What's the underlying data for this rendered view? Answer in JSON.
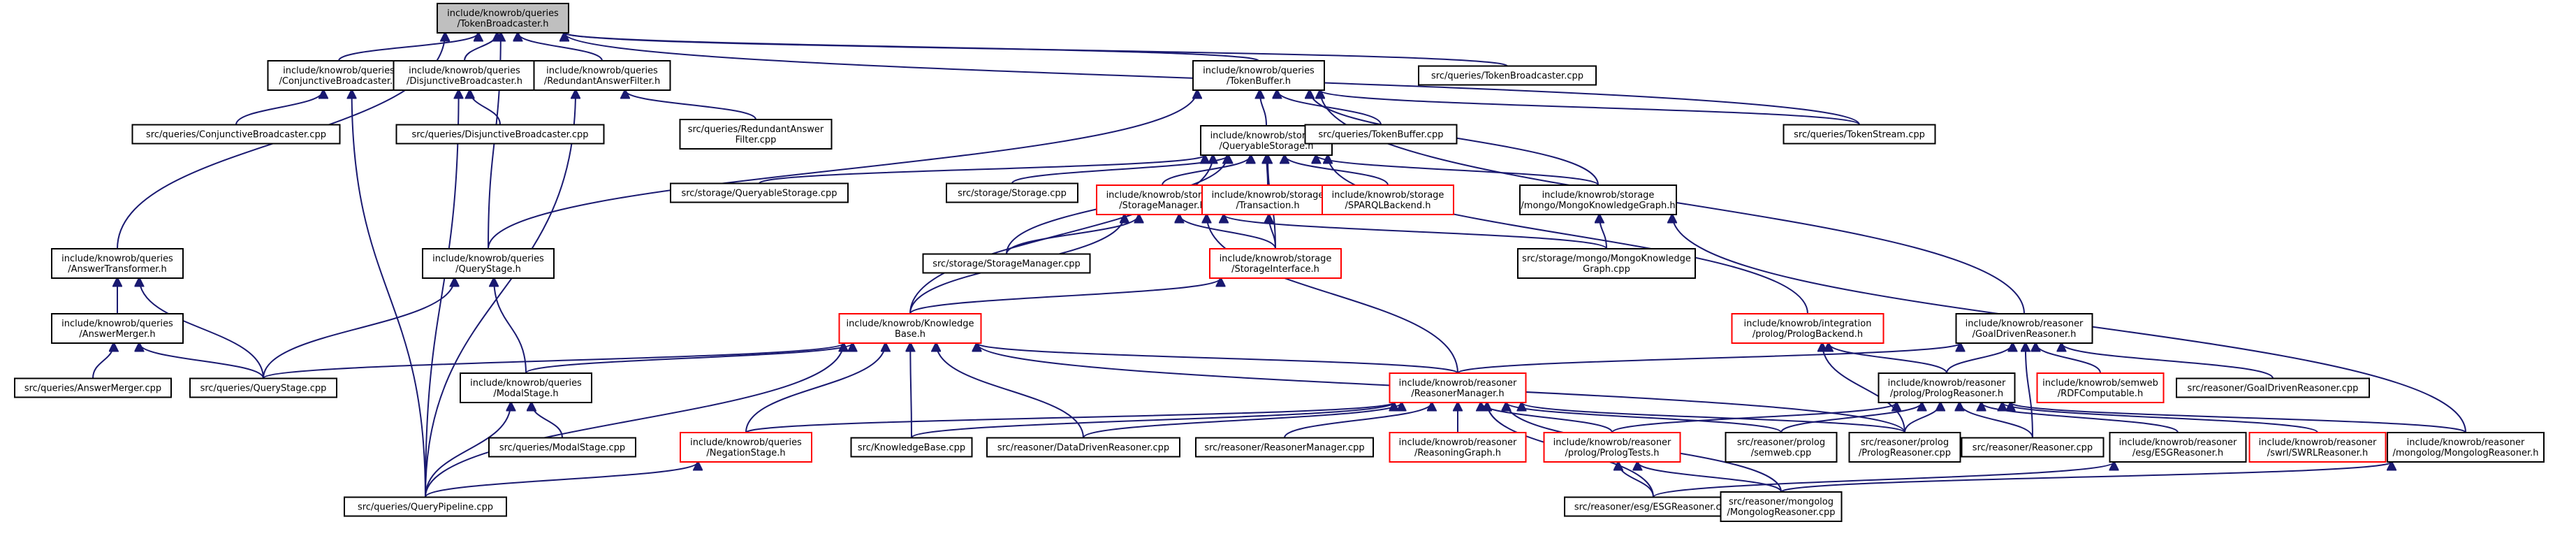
{
  "colors": {
    "edge": "#191970",
    "box_black": "#000000",
    "box_red": "#ff0000",
    "text": "#000000",
    "root_fill": "#bfbfbf",
    "fill": "#ffffff"
  },
  "nodes": [
    {
      "id": "tb",
      "lines": [
        "include/knowrob/queries",
        "/TokenBroadcaster.h"
      ],
      "border": "black",
      "root": true
    },
    {
      "id": "cb",
      "lines": [
        "include/knowrob/queries",
        "/ConjunctiveBroadcaster.h"
      ],
      "border": "black"
    },
    {
      "id": "db",
      "lines": [
        "include/knowrob/queries",
        "/DisjunctiveBroadcaster.h"
      ],
      "border": "black"
    },
    {
      "id": "raf",
      "lines": [
        "include/knowrob/queries",
        "/RedundantAnswerFilter.h"
      ],
      "border": "black"
    },
    {
      "id": "tbuf",
      "lines": [
        "include/knowrob/queries",
        "/TokenBuffer.h"
      ],
      "border": "black"
    },
    {
      "id": "tbcpp",
      "lines": [
        "src/queries/TokenBroadcaster.cpp"
      ],
      "border": "black"
    },
    {
      "id": "cbcpp",
      "lines": [
        "src/queries/ConjunctiveBroadcaster.cpp"
      ],
      "border": "black"
    },
    {
      "id": "dbcpp",
      "lines": [
        "src/queries/DisjunctiveBroadcaster.cpp"
      ],
      "border": "black"
    },
    {
      "id": "rafcpp",
      "lines": [
        "src/queries/RedundantAnswer",
        "Filter.cpp"
      ],
      "border": "black"
    },
    {
      "id": "qs",
      "lines": [
        "include/knowrob/storage",
        "/QueryableStorage.h"
      ],
      "border": "black"
    },
    {
      "id": "tbufcpp",
      "lines": [
        "src/queries/TokenBuffer.cpp"
      ],
      "border": "black"
    },
    {
      "id": "tscpp",
      "lines": [
        "src/queries/TokenStream.cpp"
      ],
      "border": "black"
    },
    {
      "id": "qscpp",
      "lines": [
        "src/storage/QueryableStorage.cpp"
      ],
      "border": "black"
    },
    {
      "id": "stcpp",
      "lines": [
        "src/storage/Storage.cpp"
      ],
      "border": "black"
    },
    {
      "id": "sm",
      "lines": [
        "include/knowrob/storage",
        "/StorageManager.h"
      ],
      "border": "red"
    },
    {
      "id": "tr",
      "lines": [
        "include/knowrob/storage",
        "/Transaction.h"
      ],
      "border": "red"
    },
    {
      "id": "sparql",
      "lines": [
        "include/knowrob/storage",
        "/SPARQLBackend.h"
      ],
      "border": "red"
    },
    {
      "id": "mkg",
      "lines": [
        "include/knowrob/storage",
        "/mongo/MongoKnowledgeGraph.h"
      ],
      "border": "black"
    },
    {
      "id": "at",
      "lines": [
        "include/knowrob/queries",
        "/AnswerTransformer.h"
      ],
      "border": "black"
    },
    {
      "id": "qst",
      "lines": [
        "include/knowrob/queries",
        "/QueryStage.h"
      ],
      "border": "black"
    },
    {
      "id": "smcpp",
      "lines": [
        "src/storage/StorageManager.cpp"
      ],
      "border": "black"
    },
    {
      "id": "si",
      "lines": [
        "include/knowrob/storage",
        "/StorageInterface.h"
      ],
      "border": "red"
    },
    {
      "id": "mkgcpp",
      "lines": [
        "src/storage/mongo/MongoKnowledge",
        "Graph.cpp"
      ],
      "border": "black"
    },
    {
      "id": "am",
      "lines": [
        "include/knowrob/queries",
        "/AnswerMerger.h"
      ],
      "border": "black"
    },
    {
      "id": "kb",
      "lines": [
        "include/knowrob/Knowledge",
        "Base.h"
      ],
      "border": "red"
    },
    {
      "id": "ppb",
      "lines": [
        "include/knowrob/integration",
        "/prolog/PrologBackend.h"
      ],
      "border": "red"
    },
    {
      "id": "gdr",
      "lines": [
        "include/knowrob/reasoner",
        "/GoalDrivenReasoner.h"
      ],
      "border": "black"
    },
    {
      "id": "amcpp",
      "lines": [
        "src/queries/AnswerMerger.cpp"
      ],
      "border": "black"
    },
    {
      "id": "qstcpp",
      "lines": [
        "src/queries/QueryStage.cpp"
      ],
      "border": "black"
    },
    {
      "id": "ms",
      "lines": [
        "include/knowrob/queries",
        "/ModalStage.h"
      ],
      "border": "black"
    },
    {
      "id": "rm",
      "lines": [
        "include/knowrob/reasoner",
        "/ReasonerManager.h"
      ],
      "border": "red"
    },
    {
      "id": "ppr",
      "lines": [
        "include/knowrob/reasoner",
        "/prolog/PrologReasoner.h"
      ],
      "border": "black"
    },
    {
      "id": "rdf",
      "lines": [
        "include/knowrob/semweb",
        "/RDFComputable.h"
      ],
      "border": "red"
    },
    {
      "id": "gdrcpp",
      "lines": [
        "src/reasoner/GoalDrivenReasoner.cpp"
      ],
      "border": "black"
    },
    {
      "id": "mscpp",
      "lines": [
        "src/queries/ModalStage.cpp"
      ],
      "border": "black"
    },
    {
      "id": "ns",
      "lines": [
        "include/knowrob/queries",
        "/NegationStage.h"
      ],
      "border": "red"
    },
    {
      "id": "kbcpp",
      "lines": [
        "src/KnowledgeBase.cpp"
      ],
      "border": "black"
    },
    {
      "id": "ddrcpp",
      "lines": [
        "src/reasoner/DataDrivenReasoner.cpp"
      ],
      "border": "black"
    },
    {
      "id": "rmcpp",
      "lines": [
        "src/reasoner/ReasonerManager.cpp"
      ],
      "border": "black"
    },
    {
      "id": "rg",
      "lines": [
        "include/knowrob/reasoner",
        "/ReasoningGraph.h"
      ],
      "border": "red"
    },
    {
      "id": "ppt",
      "lines": [
        "include/knowrob/reasoner",
        "/prolog/PrologTests.h"
      ],
      "border": "red"
    },
    {
      "id": "swcpp",
      "lines": [
        "src/reasoner/prolog",
        "/semweb.cpp"
      ],
      "border": "black"
    },
    {
      "id": "pprcpp",
      "lines": [
        "src/reasoner/prolog",
        "/PrologReasoner.cpp"
      ],
      "border": "black"
    },
    {
      "id": "rcpp",
      "lines": [
        "src/reasoner/Reasoner.cpp"
      ],
      "border": "black"
    },
    {
      "id": "esg",
      "lines": [
        "include/knowrob/reasoner",
        "/esg/ESGReasoner.h"
      ],
      "border": "black"
    },
    {
      "id": "swrl",
      "lines": [
        "include/knowrob/reasoner",
        "/swrl/SWRLReasoner.h"
      ],
      "border": "red"
    },
    {
      "id": "mongolog",
      "lines": [
        "include/knowrob/reasoner",
        "/mongolog/MongologReasoner.h"
      ],
      "border": "black"
    },
    {
      "id": "qpcpp",
      "lines": [
        "src/queries/QueryPipeline.cpp"
      ],
      "border": "black"
    },
    {
      "id": "esgcpp",
      "lines": [
        "src/reasoner/esg/ESGReasoner.cpp"
      ],
      "border": "black"
    },
    {
      "id": "mongologcpp",
      "lines": [
        "src/reasoner/mongolog",
        "/MongologReasoner.cpp"
      ],
      "border": "black"
    }
  ],
  "edges": [
    [
      "cb",
      "tb"
    ],
    [
      "db",
      "tb"
    ],
    [
      "raf",
      "tb"
    ],
    [
      "tbuf",
      "tb"
    ],
    [
      "tbcpp",
      "tb"
    ],
    [
      "at",
      "tb"
    ],
    [
      "qst",
      "tb"
    ],
    [
      "tscpp",
      "tb"
    ],
    [
      "cbcpp",
      "cb"
    ],
    [
      "qpcpp",
      "cb"
    ],
    [
      "dbcpp",
      "db"
    ],
    [
      "qpcpp",
      "db"
    ],
    [
      "rafcpp",
      "raf"
    ],
    [
      "qpcpp",
      "raf"
    ],
    [
      "qs",
      "tbuf"
    ],
    [
      "tbufcpp",
      "tbuf"
    ],
    [
      "tscpp",
      "tbuf"
    ],
    [
      "mkg",
      "tbuf"
    ],
    [
      "gdr",
      "tbuf"
    ],
    [
      "qst",
      "tbuf"
    ],
    [
      "qscpp",
      "qs"
    ],
    [
      "stcpp",
      "qs"
    ],
    [
      "sm",
      "qs"
    ],
    [
      "tr",
      "qs"
    ],
    [
      "sparql",
      "qs"
    ],
    [
      "mkg",
      "qs"
    ],
    [
      "smcpp",
      "qs"
    ],
    [
      "si",
      "qs"
    ],
    [
      "kb",
      "qs"
    ],
    [
      "ppb",
      "qs"
    ],
    [
      "smcpp",
      "sm"
    ],
    [
      "si",
      "sm"
    ],
    [
      "kb",
      "sm"
    ],
    [
      "rm",
      "sm"
    ],
    [
      "mkgcpp",
      "sm"
    ],
    [
      "si",
      "tr"
    ],
    [
      "mkgcpp",
      "mkg"
    ],
    [
      "mongolog",
      "mkg"
    ],
    [
      "kb",
      "si"
    ],
    [
      "am",
      "at"
    ],
    [
      "qstcpp",
      "at"
    ],
    [
      "qstcpp",
      "qst"
    ],
    [
      "ms",
      "qst"
    ],
    [
      "amcpp",
      "am"
    ],
    [
      "qstcpp",
      "am"
    ],
    [
      "qstcpp",
      "kb"
    ],
    [
      "ms",
      "kb"
    ],
    [
      "ns",
      "kb"
    ],
    [
      "kbcpp",
      "kb"
    ],
    [
      "ddrcpp",
      "kb"
    ],
    [
      "rm",
      "kb"
    ],
    [
      "qpcpp",
      "kb"
    ],
    [
      "pprcpp",
      "kb"
    ],
    [
      "mscpp",
      "ms"
    ],
    [
      "qpcpp",
      "ms"
    ],
    [
      "ns",
      "rm"
    ],
    [
      "kbcpp",
      "rm"
    ],
    [
      "ddrcpp",
      "rm"
    ],
    [
      "rmcpp",
      "rm"
    ],
    [
      "rg",
      "rm"
    ],
    [
      "ppt",
      "rm"
    ],
    [
      "swcpp",
      "rm"
    ],
    [
      "pprcpp",
      "rm"
    ],
    [
      "esgcpp",
      "rm"
    ],
    [
      "mongologcpp",
      "rm"
    ],
    [
      "qpcpp",
      "ns"
    ],
    [
      "ppr",
      "ppb"
    ],
    [
      "pprcpp",
      "ppb"
    ],
    [
      "rm",
      "gdr"
    ],
    [
      "ppr",
      "gdr"
    ],
    [
      "rdf",
      "gdr"
    ],
    [
      "gdrcpp",
      "gdr"
    ],
    [
      "rcpp",
      "gdr"
    ],
    [
      "ppt",
      "ppr"
    ],
    [
      "swcpp",
      "ppr"
    ],
    [
      "pprcpp",
      "ppr"
    ],
    [
      "rcpp",
      "ppr"
    ],
    [
      "esg",
      "ppr"
    ],
    [
      "swrl",
      "ppr"
    ],
    [
      "mongolog",
      "ppr"
    ],
    [
      "esgcpp",
      "ppt"
    ],
    [
      "mongologcpp",
      "ppt"
    ],
    [
      "esgcpp",
      "esg"
    ],
    [
      "mongologcpp",
      "mongolog"
    ]
  ]
}
